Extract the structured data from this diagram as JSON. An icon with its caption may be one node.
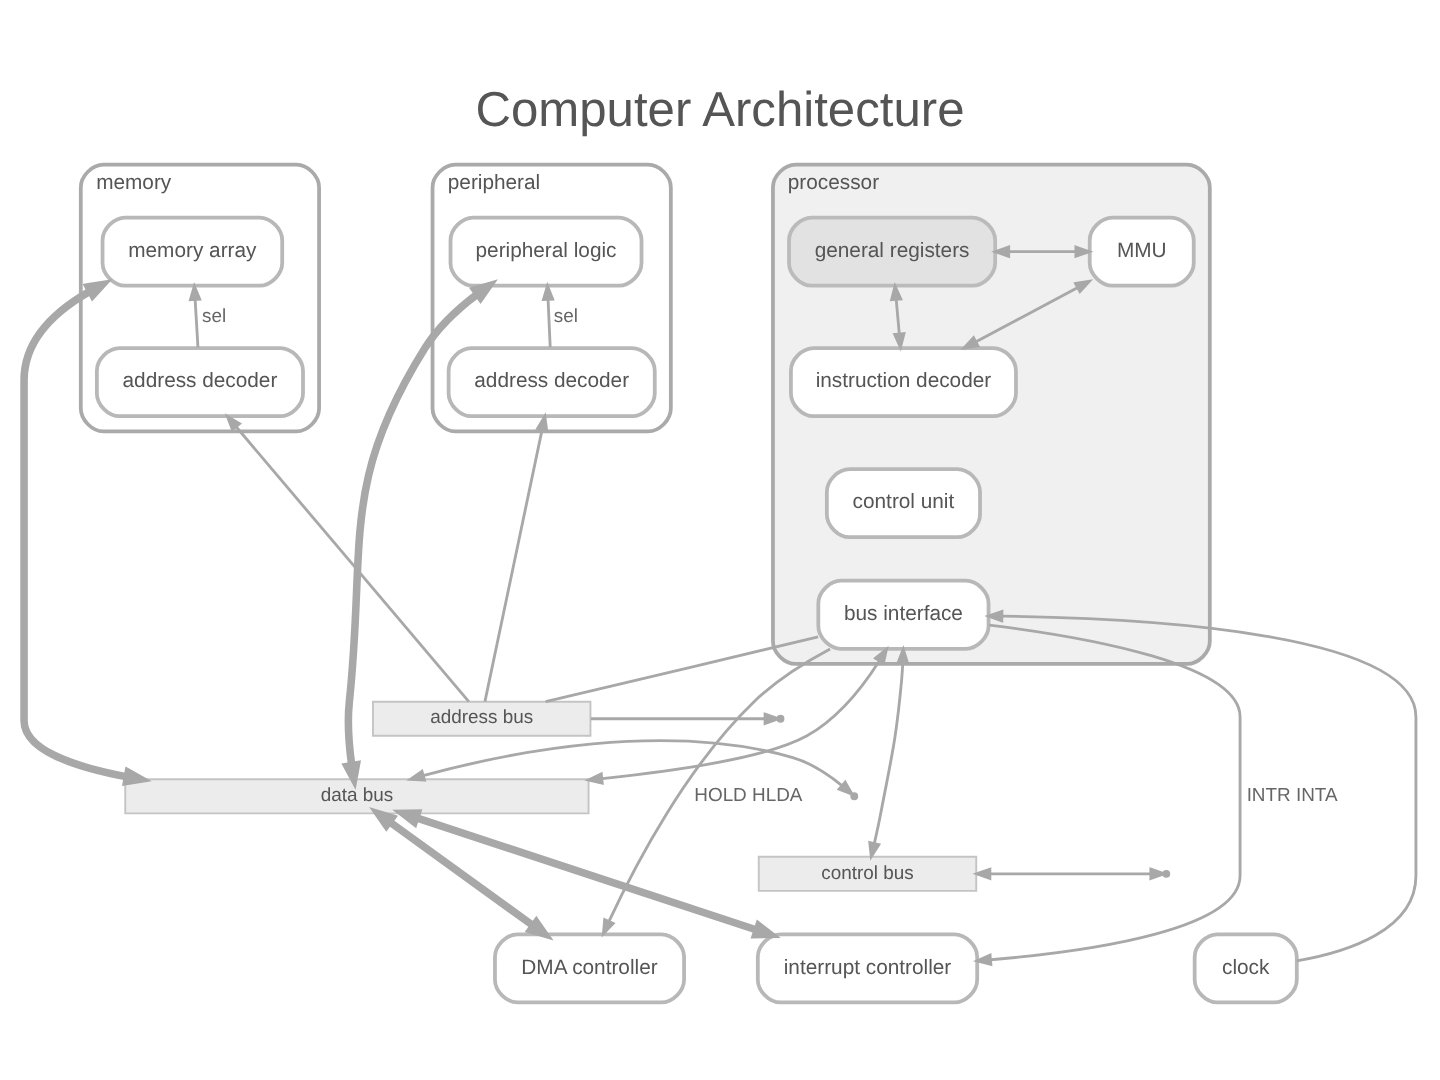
{
  "diagram": {
    "title": "Computer Architecture",
    "nodes": [
      {
        "text": [
          "processor"
        ]
      },
      {
        "text": [
          "MMU"
        ],
        "in": 0
      },
      {
        "text": [
          "general registers"
        ],
        "in": 0
      },
      {
        "text": [
          "instruction decoder"
        ],
        "in": 0
      },
      {
        "text": [
          "control unit"
        ],
        "in": 0
      },
      {
        "text": [
          "bus interface"
        ],
        "in": 0
      },
      {
        "text": [
          "memory"
        ]
      },
      {
        "text": [
          "memory array"
        ],
        "in": 6
      },
      {
        "text": [
          "address decoder"
        ],
        "in": 6
      },
      {
        "text": [
          "peripheral"
        ]
      },
      {
        "text": [
          "peripheral logic"
        ],
        "in": 9
      },
      {
        "text": [
          "address decoder"
        ],
        "in": 9
      },
      {
        "text": [
          "address bus"
        ]
      },
      {
        "text": [
          "data bus"
        ]
      },
      {
        "text": [
          "control bus"
        ]
      },
      {
        "text": [
          "DMA controller"
        ]
      },
      {
        "text": [
          "clock"
        ]
      },
      {
        "text": [
          "interrupt controller"
        ]
      }
    ],
    "edges": [
      {
        "from": 2,
        "to": 1,
        "arrow": "both"
      },
      {
        "from": 1,
        "to": 3,
        "arrow": "both"
      },
      {
        "from": 2,
        "to": 3,
        "arrow": "both"
      },
      {
        "from": 8,
        "to": 7,
        "arrow": "to",
        "label": "sel"
      },
      {
        "from": 11,
        "to": 10,
        "arrow": "to",
        "label": "sel"
      },
      {
        "from": 5,
        "to": 12,
        "arrow": "none"
      },
      {
        "from": 5,
        "to": 13,
        "arrow": "both"
      },
      {
        "from": 5,
        "to": 14,
        "arrow": "both"
      },
      {
        "from": 12,
        "to": 8,
        "arrow": "to"
      },
      {
        "from": 12,
        "to": 11,
        "arrow": "to"
      },
      {
        "from": 7,
        "to": 13,
        "arrow": "both",
        "style": "thick"
      },
      {
        "from": 10,
        "to": 13,
        "arrow": "both",
        "style": "thick"
      },
      {
        "from": 12,
        "to": null,
        "arrow": "to"
      },
      {
        "from": 13,
        "to": null,
        "arrow": "both"
      },
      {
        "from": 14,
        "to": null,
        "arrow": "both"
      },
      {
        "from": 15,
        "to": 13,
        "arrow": "both",
        "style": "thick"
      },
      {
        "from": 5,
        "to": 15,
        "arrow": "to",
        "label": "HOLD HLDA"
      },
      {
        "from": 16,
        "to": 5,
        "arrow": "to"
      },
      {
        "from": 17,
        "to": 13,
        "arrow": "both",
        "style": "thick"
      },
      {
        "from": 5,
        "to": 17,
        "arrow": "to",
        "label": "INTR INTA"
      }
    ]
  }
}
